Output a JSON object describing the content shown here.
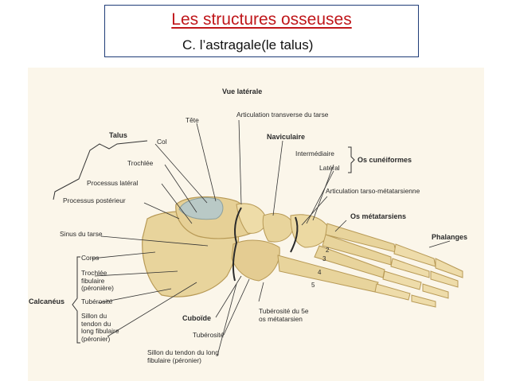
{
  "title": {
    "main": "Les structures osseuses",
    "sub": "C. l’astragale(le talus)"
  },
  "colors": {
    "title_red": "#c0171b",
    "frame_blue": "#1f3c78",
    "bone": "#e8d49c",
    "cartilage": "#b9c9c6"
  },
  "figure": {
    "view": "Vue latérale",
    "labels": {
      "talus": "Talus",
      "tete": "Tête",
      "col": "Col",
      "trochlee": "Trochlée",
      "processus_lateral": "Processus latéral",
      "processus_posterieur": "Processus postérieur",
      "articulation_transverse": "Articulation transverse du tarse",
      "naviculaire": "Naviculaire",
      "intermediaire": "Intermédiaire",
      "lateral": "Latéral",
      "os_cuneiformes": "Os cunéiformes",
      "articulation_tarso": "Articulation tarso-métatarsienne",
      "os_metatarsiens": "Os métatarsiens",
      "phalanges": "Phalanges",
      "sinus_tarse": "Sinus du tarse",
      "corps": "Corps",
      "trochlee_fibulaire": "Trochlée fibulaire (péronière)",
      "tuberosite": "Tubérosité",
      "sillon_tendon": "Sillon du tendon du long fibulaire (péronier)",
      "calcaneus": "Calcanéus",
      "cuboide": "Cuboïde",
      "tuberosite_cuboide": "Tubérosité",
      "sillon_long": "Sillon du tendon du long fibulaire (péronier)",
      "tuberosite_5e": "Tubérosité du 5e os métatarsien"
    },
    "metatarsal_numbers": [
      "2",
      "3",
      "4",
      "5"
    ]
  }
}
